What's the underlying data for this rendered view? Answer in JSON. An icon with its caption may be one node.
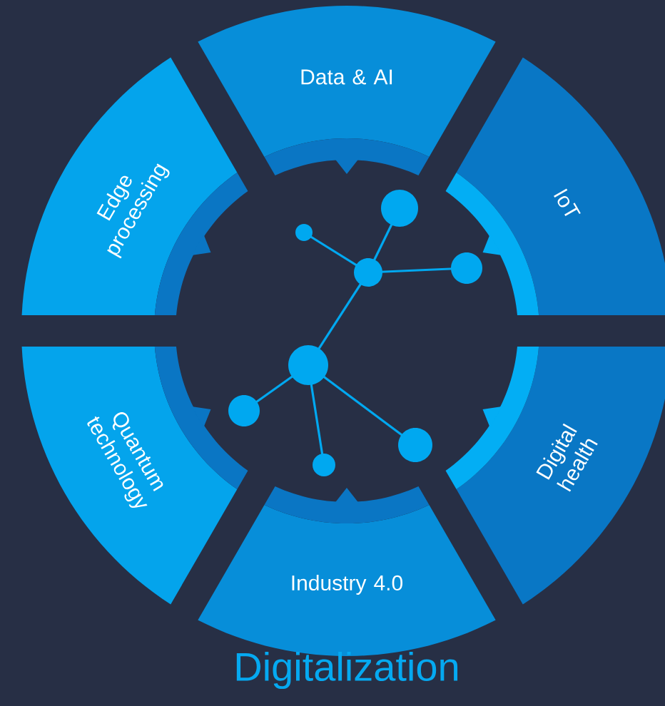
{
  "diagram": {
    "title": "Digitalization",
    "nodes": [
      {
        "text": [
          "Data & AI"
        ]
      },
      {
        "text": [
          "IoT"
        ]
      },
      {
        "text": [
          "Digital health"
        ]
      },
      {
        "text": [
          "Industry 4.0"
        ]
      },
      {
        "text": [
          "Quantum technology"
        ]
      },
      {
        "text": [
          "Edge processing"
        ]
      }
    ]
  }
}
